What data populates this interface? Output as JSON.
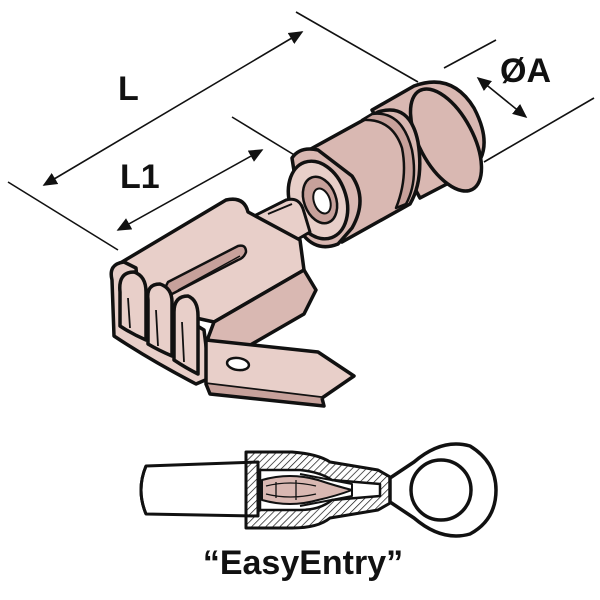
{
  "dimensions": {
    "length_label": "L",
    "length_inner_label": "L1",
    "diameter_label": "ØA"
  },
  "caption": {
    "text": "“EasyEntry”"
  },
  "colors": {
    "ink": "#111111",
    "body_fill": "#d9b8b2",
    "body_shade": "#c7a19b",
    "metal_fill": "#e8cfc9",
    "background": "#ffffff"
  }
}
